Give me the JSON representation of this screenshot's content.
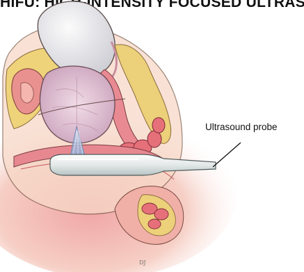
{
  "title": "HIFU: HIGH-INTENSITY FOCUSED ULTRASOUND",
  "labels": {
    "probe": "Ultrasound probe"
  },
  "signature": "DJ",
  "colors": {
    "background": "#ffffff",
    "skin": "#f4c9b8",
    "fat": "#e8c86a",
    "organ_pink": "#e07a7a",
    "prostate": "#ddb7cc",
    "bladder": "#e6e6ea",
    "probe": "#e8ecec",
    "beam": "#9fb6d8",
    "rectum_wall": "#e97a8a",
    "outline": "#6a4a40"
  },
  "icons": {
    "leader_line": "straight-line"
  }
}
